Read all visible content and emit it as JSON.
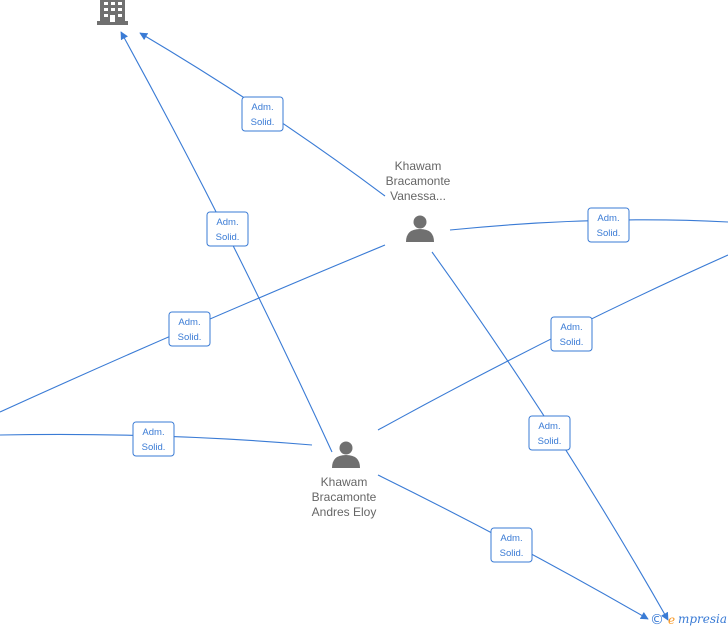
{
  "nodes": {
    "company": {
      "icon": "building-icon"
    },
    "vanessa": {
      "icon": "person-icon",
      "label_lines": [
        "Khawam",
        "Bracamonte",
        "Vanessa..."
      ]
    },
    "andres": {
      "icon": "person-icon",
      "label_lines": [
        "Khawam",
        "Bracamonte",
        "Andres Eloy"
      ]
    }
  },
  "relation": {
    "line1": "Adm.",
    "line2": "Solid."
  },
  "brand": {
    "copyright": "©",
    "initial": "e",
    "rest": "mpresia",
    "initial_color": "#f7941d",
    "rest_color": "#3a7bd5"
  },
  "colors": {
    "edge": "#3a7bd5",
    "node_icon": "#707070",
    "label": "#666666"
  }
}
